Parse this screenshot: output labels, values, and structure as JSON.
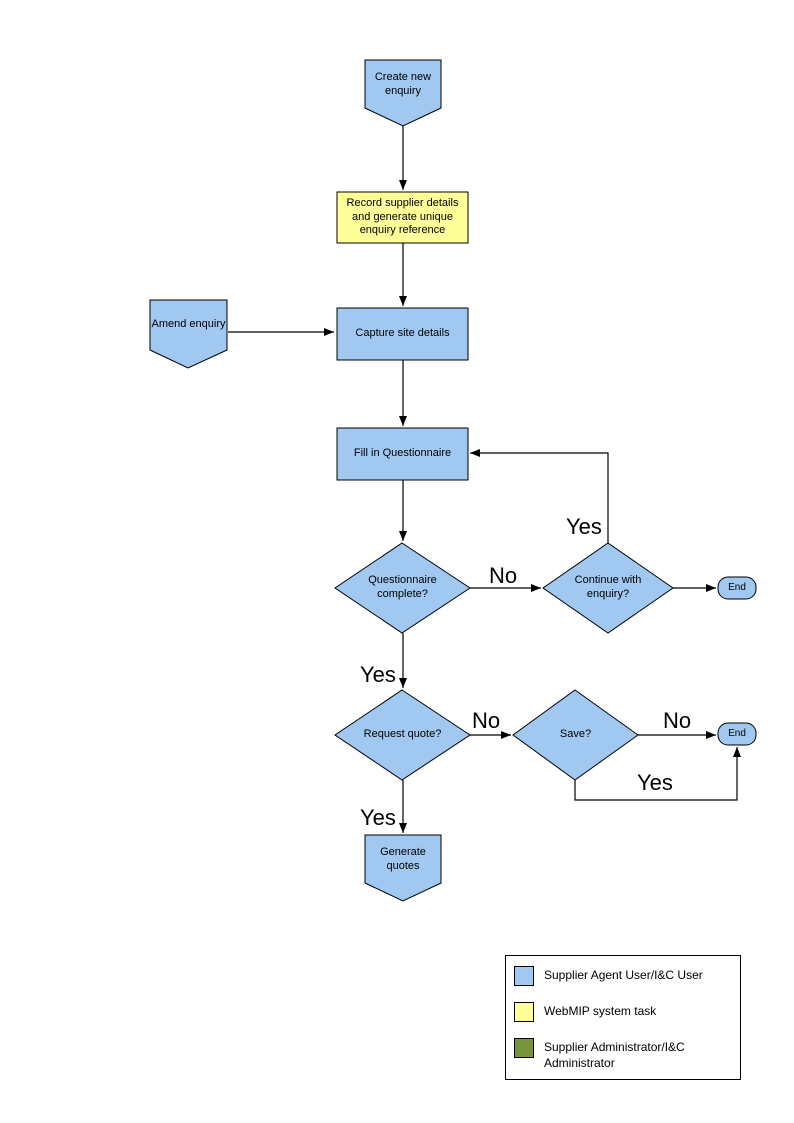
{
  "colors": {
    "user_task": "#A0C8F0",
    "system_task": "#FFFF99",
    "admin_task": "#77933C",
    "outline": "#000000"
  },
  "nodes": {
    "create_new_enquiry": {
      "type": "offpage-connector",
      "label": "Create new enquiry"
    },
    "record_supplier": {
      "type": "process",
      "label": "Record supplier details and generate unique enquiry reference"
    },
    "amend_enquiry": {
      "type": "offpage-connector",
      "label": "Amend enquiry"
    },
    "capture_site": {
      "type": "process",
      "label": "Capture site details"
    },
    "fill_questionnaire": {
      "type": "process",
      "label": "Fill in Questionnaire"
    },
    "questionnaire_complete": {
      "type": "decision",
      "label": "Questionnaire complete?"
    },
    "continue_enquiry": {
      "type": "decision",
      "label": "Continue with enquiry?"
    },
    "end_top": {
      "type": "terminator",
      "label": "End"
    },
    "request_quote": {
      "type": "decision",
      "label": "Request quote?"
    },
    "save": {
      "type": "decision",
      "label": "Save?"
    },
    "end_bottom": {
      "type": "terminator",
      "label": "End"
    },
    "generate_quotes": {
      "type": "offpage-connector",
      "label": "Generate quotes"
    }
  },
  "edges": {
    "questionnaire_complete_no": "No",
    "continue_with_enquiry_yes": "Yes",
    "questionnaire_complete_yes": "Yes",
    "request_quote_no": "No",
    "save_no": "No",
    "save_yes": "Yes",
    "request_quote_yes": "Yes"
  },
  "legend": {
    "items": [
      {
        "label": "Supplier Agent User/I&C User",
        "color": "#A0C8F0"
      },
      {
        "label": "WebMIP system task",
        "color": "#FFFF99"
      },
      {
        "label": "Supplier Administrator/I&C Administrator",
        "color": "#77933C"
      }
    ]
  }
}
